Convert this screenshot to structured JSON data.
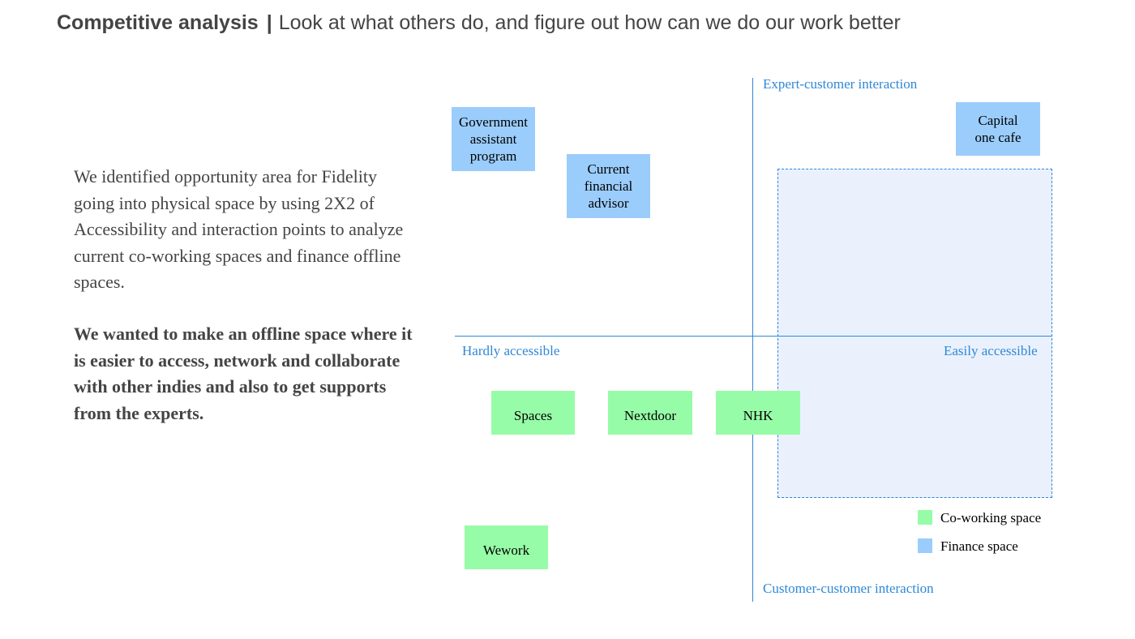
{
  "header": {
    "title": "Competitive analysis",
    "separator": "|",
    "subtitle": "Look at what others do, and figure out how can we do our work better"
  },
  "intro": {
    "paragraph": "We identified opportunity area for Fidelity going into physical space by using 2X2 of Accessibility and interaction points to analyze current co-working spaces and finance offline spaces.",
    "emphasis": "We wanted to make an offline space where it is easier to access, network and collaborate with other indies and also to get supports from the experts."
  },
  "axes": {
    "top": "Expert-customer interaction",
    "bottom": "Customer-customer interaction",
    "left": "Hardly accessible",
    "right": "Easily accessible"
  },
  "colors": {
    "axis": "#2f88d5",
    "coworking": "#97fca7",
    "finance": "#9bcdfc",
    "highlight": "#eaf1fd"
  },
  "items": {
    "government_program": {
      "label": "Government assistant program",
      "category": "finance"
    },
    "financial_advisor": {
      "label": "Current financial advisor",
      "category": "finance"
    },
    "capital_one_cafe": {
      "label": "Capital one cafe",
      "category": "finance"
    },
    "spaces": {
      "label": "Spaces",
      "category": "coworking"
    },
    "nextdoor": {
      "label": "Nextdoor",
      "category": "coworking"
    },
    "nhk": {
      "label": "NHK",
      "category": "coworking"
    },
    "wework": {
      "label": "Wework",
      "category": "coworking"
    }
  },
  "legend": {
    "coworking": "Co-working space",
    "finance": "Finance space"
  }
}
